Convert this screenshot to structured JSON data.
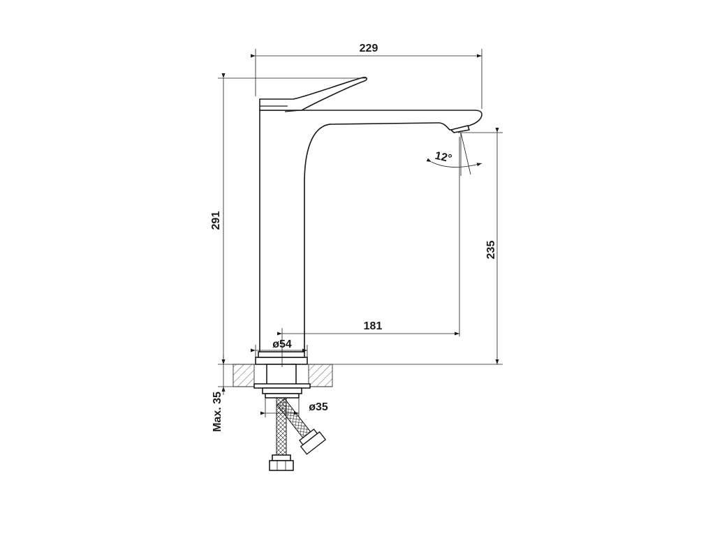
{
  "dimensions": {
    "overall_depth": "229",
    "overall_height": "291",
    "spout_height": "235",
    "spout_reach": "181",
    "base_diameter": "ø54",
    "thread_diameter": "ø35",
    "spray_angle": "12°",
    "max_deck_thickness": "Max. 35"
  },
  "colors": {
    "line": "#1a1a1a",
    "background": "#ffffff",
    "hatch": "#1a1a1a"
  }
}
